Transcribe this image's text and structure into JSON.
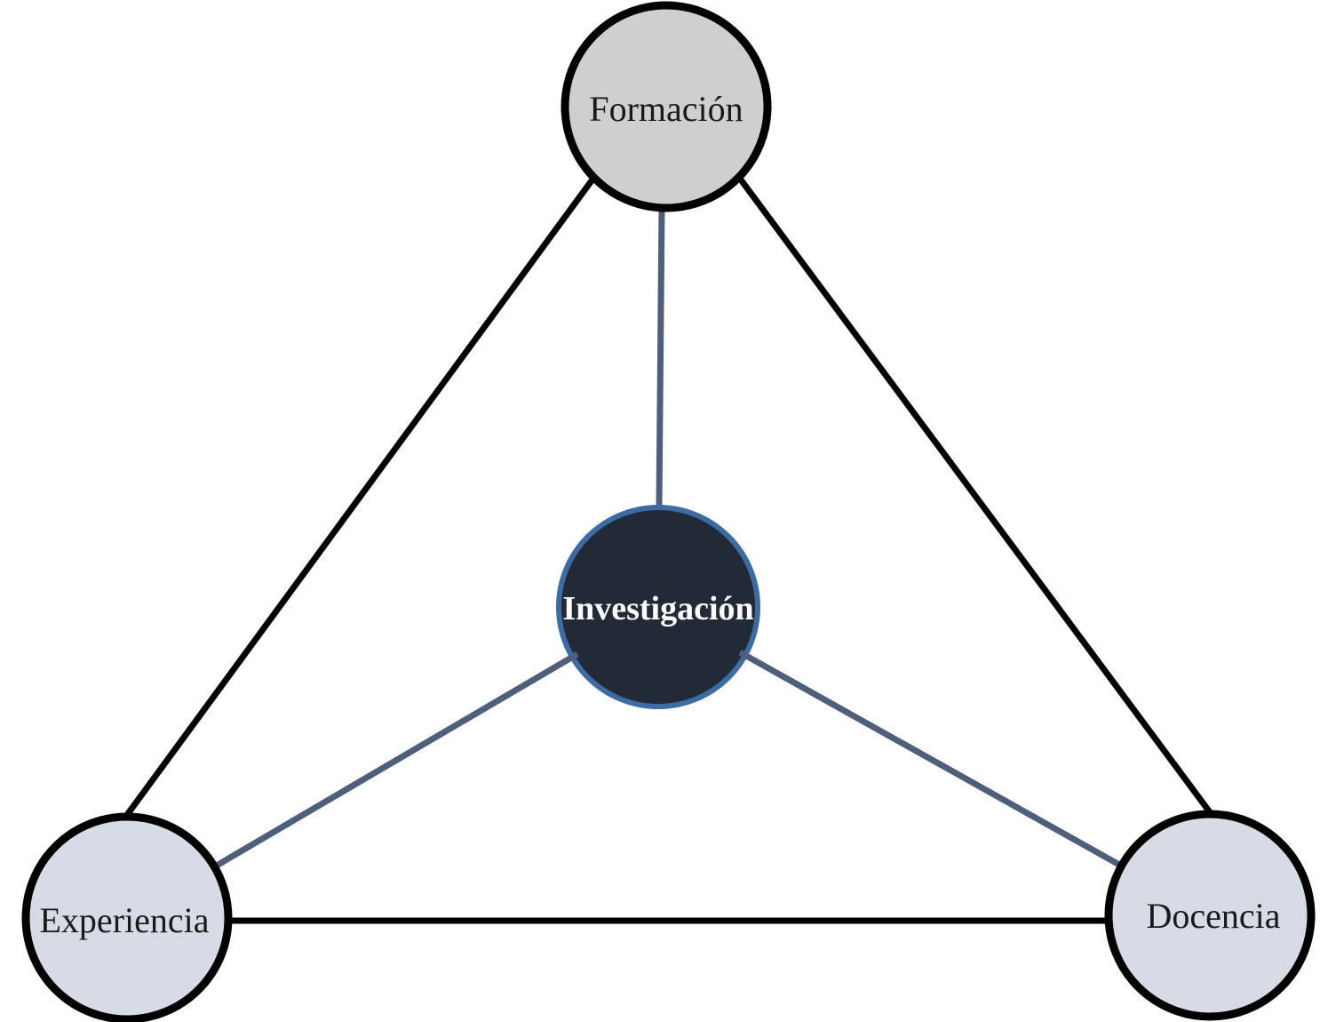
{
  "background_color": "#ffffff",
  "diagram": {
    "type": "triangle-relationship-diagram",
    "nodes": [
      {
        "id": "formacion",
        "label": "Formación",
        "fill": "#cfcfcf",
        "stroke": "#000000",
        "text_color": "#1a1a1a",
        "position": "top"
      },
      {
        "id": "investigacion",
        "label": "Investigación",
        "fill": "#222937",
        "stroke": "#3c6ca3",
        "text_color": "#ffffff",
        "position": "center"
      },
      {
        "id": "experiencia",
        "label": "Experiencia",
        "fill": "#d6dbe5",
        "stroke": "#000000",
        "text_color": "#1a1a1a",
        "position": "bottom-left"
      },
      {
        "id": "docencia",
        "label": "Docencia",
        "fill": "#d6dbe5",
        "stroke": "#000000",
        "text_color": "#1a1a1a",
        "position": "bottom-right"
      }
    ],
    "edges": [
      {
        "from": "Formación",
        "to": "Experiencia",
        "color": "#000000"
      },
      {
        "from": "Formación",
        "to": "Docencia",
        "color": "#000000"
      },
      {
        "from": "Experiencia",
        "to": "Docencia",
        "color": "#000000"
      },
      {
        "from": "Investigación",
        "to": "Formación",
        "color": "#4f5e7a"
      },
      {
        "from": "Investigación",
        "to": "Experiencia",
        "color": "#4f5e7a"
      },
      {
        "from": "Investigación",
        "to": "Docencia",
        "color": "#4f5e7a"
      }
    ]
  }
}
